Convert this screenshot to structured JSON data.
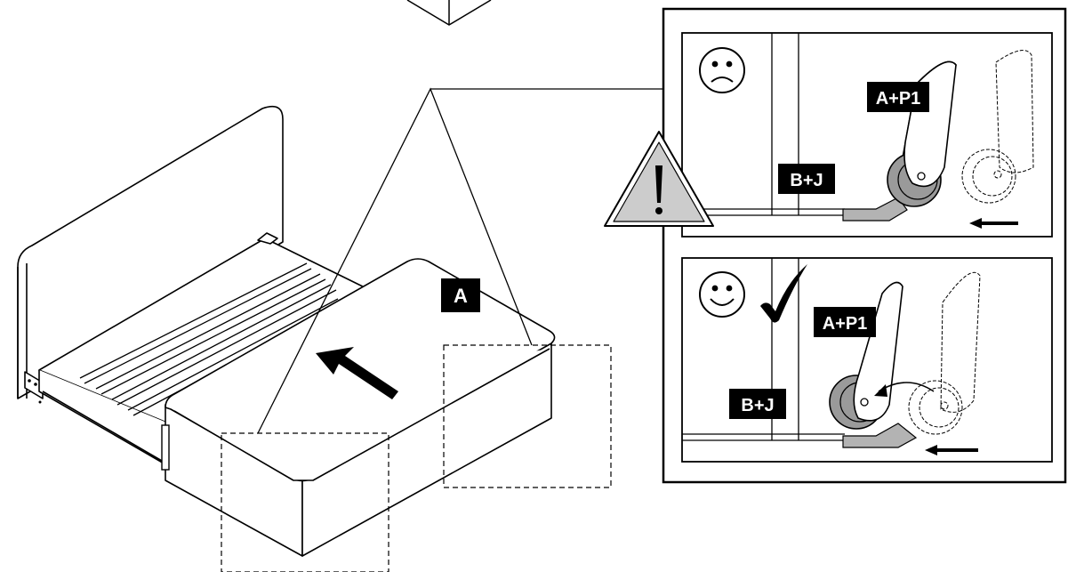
{
  "labels": {
    "part_a": "A",
    "bad_fit_a_p1": "A+P1",
    "bad_fit_b_j": "B+J",
    "good_fit_a_p1": "A+P1",
    "good_fit_b_j": "B+J"
  },
  "icons": {
    "sad_face": "sad-face-icon",
    "smiley_face": "smiley-face-icon",
    "warning": "warning-triangle-icon",
    "check": "checkmark-icon",
    "push_arrow": "arrow-icon"
  },
  "colors": {
    "line": "#000000",
    "label_bg": "#000000",
    "label_text": "#ffffff",
    "wheel_gray": "#9a9a9a",
    "bracket_gray": "#b3b3b3",
    "warning_fill": "#cccccc"
  }
}
